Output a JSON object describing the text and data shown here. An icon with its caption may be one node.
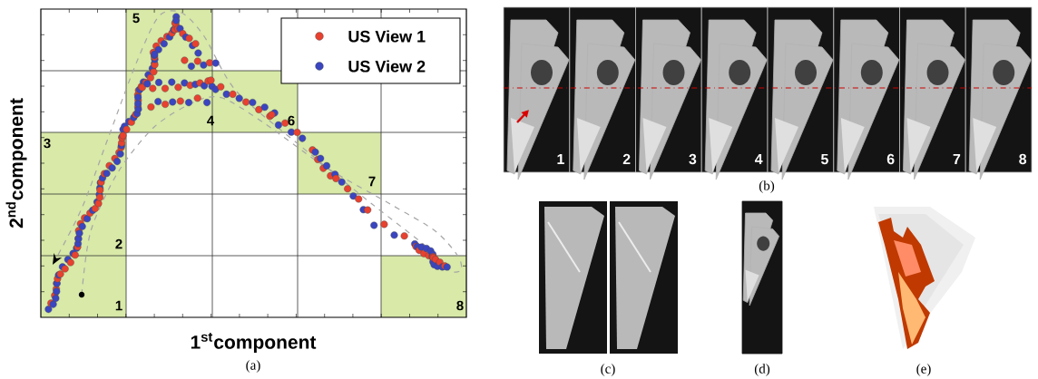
{
  "diagram": {
    "labels": [
      "5",
      "3",
      "4",
      "6",
      "7",
      "2",
      "1",
      "8",
      "1$^{st}$component",
      "2$^{nd}$component",
      "(a)",
      "1",
      "2",
      "3",
      "4",
      "5",
      "6",
      "7",
      "8",
      "(b)",
      "(c)",
      "(d)",
      "(e)"
    ],
    "legend": [
      {
        "text": "US View 1",
        "color": "#e8412f"
      },
      {
        "text": "US View 2",
        "color": "#3a45c0"
      }
    ]
  }
}
